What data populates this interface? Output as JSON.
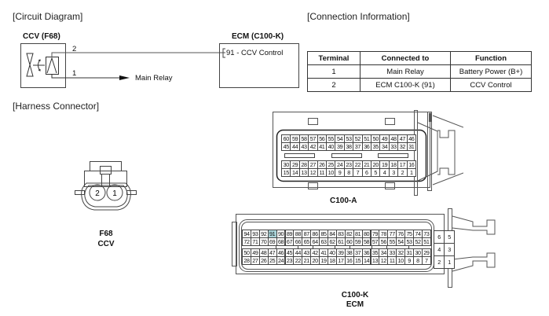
{
  "sections": {
    "circuit": "[Circuit Diagram]",
    "connection": "[Connection Information]",
    "harness": "[Harness Connector]"
  },
  "circuit": {
    "ccv_label": "CCV (F68)",
    "ecm_label": "ECM (C100-K)",
    "ecm_pin_text": "91 - CCV Control",
    "wire2_num": "2",
    "wire1_num": "1",
    "main_relay": "Main Relay"
  },
  "table": {
    "headers": [
      "Terminal",
      "Connected to",
      "Function"
    ],
    "rows": [
      [
        "1",
        "Main Relay",
        "Battery Power (B+)"
      ],
      [
        "2",
        "ECM C100-K (91)",
        "CCV Control"
      ]
    ]
  },
  "f68": {
    "pins": [
      "2",
      "1"
    ],
    "name": "F68",
    "desc": "CCV"
  },
  "c100a": {
    "name": "C100-A",
    "rows": [
      [
        "60",
        "59",
        "58",
        "57",
        "56",
        "55",
        "54",
        "53",
        "52",
        "51",
        "50",
        "49",
        "48",
        "47",
        "46"
      ],
      [
        "45",
        "44",
        "43",
        "42",
        "41",
        "40",
        "39",
        "38",
        "37",
        "36",
        "35",
        "34",
        "33",
        "32",
        "31"
      ],
      [
        "30",
        "29",
        "28",
        "27",
        "26",
        "25",
        "24",
        "23",
        "22",
        "21",
        "20",
        "19",
        "18",
        "17",
        "16"
      ],
      [
        "15",
        "14",
        "13",
        "12",
        "11",
        "10",
        "9",
        "8",
        "7",
        "6",
        "5",
        "4",
        "3",
        "2",
        "1"
      ]
    ]
  },
  "c100k": {
    "name": "C100-K",
    "desc": "ECM",
    "highlight_pin": "91",
    "highlight_color": "#a9d3d8",
    "rows": [
      [
        "94",
        "93",
        "92",
        "91",
        "90",
        "89",
        "88",
        "87",
        "86",
        "85",
        "84",
        "83",
        "82",
        "81",
        "80",
        "79",
        "78",
        "77",
        "76",
        "75",
        "74",
        "73"
      ],
      [
        "72",
        "71",
        "70",
        "69",
        "68",
        "67",
        "66",
        "65",
        "64",
        "63",
        "62",
        "61",
        "60",
        "59",
        "58",
        "57",
        "56",
        "55",
        "54",
        "53",
        "52",
        "51"
      ],
      [
        "50",
        "49",
        "48",
        "47",
        "46",
        "45",
        "44",
        "43",
        "42",
        "41",
        "40",
        "39",
        "38",
        "37",
        "36",
        "35",
        "34",
        "33",
        "32",
        "31",
        "30",
        "29"
      ],
      [
        "28",
        "27",
        "26",
        "25",
        "24",
        "23",
        "22",
        "21",
        "20",
        "19",
        "18",
        "17",
        "16",
        "15",
        "14",
        "13",
        "12",
        "11",
        "10",
        "9",
        "8",
        "7"
      ]
    ],
    "side_rows": [
      [
        "6",
        "5"
      ],
      [
        "4",
        "3"
      ],
      [
        "2",
        "1"
      ]
    ]
  }
}
